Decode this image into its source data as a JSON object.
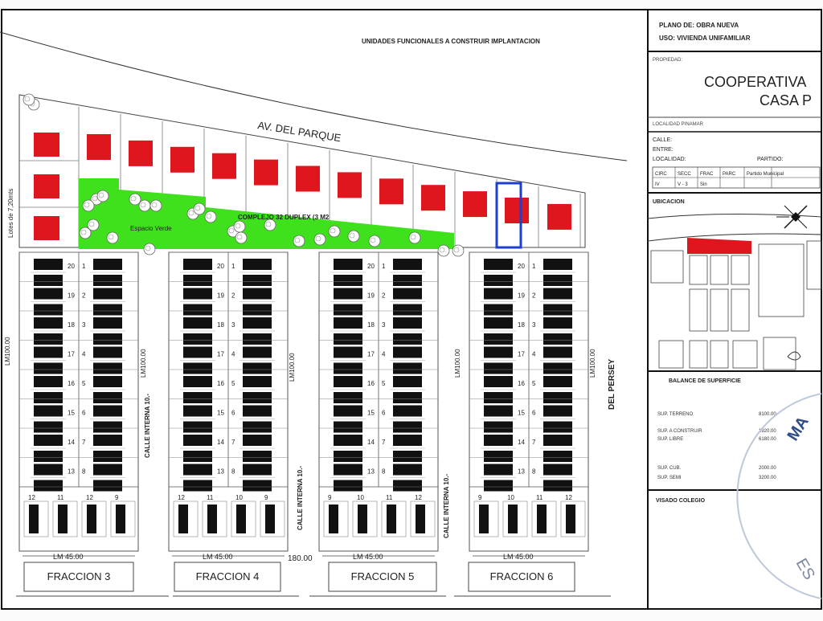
{
  "header": {
    "subtitle": "UNIDADES FUNCIONALES A CONSTRUIR IMPLANTACION",
    "avenue": "AV. DEL PARQUE",
    "green_space": "Espacio Verde",
    "complex": "COMPLEJO 32 DUPLEX (3 M2",
    "lot_note": "Lotes de 7,20mts"
  },
  "plan": {
    "street_left": "LM100.00",
    "street_inner": "CALLE INTERNA 10.-",
    "street_right": "DEL PERSEY",
    "bottom_measure": "LM 45.00",
    "total_measure": "180.00",
    "fractions": [
      "FRACCION 3",
      "FRACCION 4",
      "FRACCION 5",
      "FRACCION 6"
    ],
    "left_rows": [
      "20",
      "19",
      "18",
      "17",
      "16",
      "15",
      "14",
      "13"
    ],
    "right_rows": [
      "1",
      "2",
      "3",
      "4",
      "5",
      "6",
      "7",
      "8"
    ],
    "bottom_labels": [
      [
        "12",
        "11",
        "12",
        "9"
      ],
      [
        "12",
        "11",
        "10",
        "9"
      ],
      [
        "9",
        "10",
        "11",
        "12"
      ],
      [
        "9",
        "10",
        "11",
        "12"
      ]
    ]
  },
  "titleblock": {
    "line1": "PLANO DE: OBRA NUEVA",
    "line2": "USO:  VIVIENDA UNIFAMILIAR",
    "owner_label": "PROPIEDAD:",
    "owner_1": "COOPERATIVA",
    "owner_2": "CASA P",
    "location_label": "LOCALIDAD PINAMAR",
    "fields": [
      "CALLE:",
      "ENTRE:",
      "LOCALIDAD:"
    ],
    "partido_label": "PARTIDO:",
    "grid_headers": [
      "CIRC",
      "SECC",
      "FRAC",
      "PARC",
      "Partido Municipal"
    ],
    "grid_values": [
      "IV",
      "V - 3",
      "Sin",
      "",
      ""
    ],
    "ubicacion_label": "UBICACION",
    "balance_label": "BALANCE DE SUPERFICIE",
    "balance_rows": [
      {
        "label": "SUP. TERRENO",
        "value": "8100.00"
      },
      {
        "label": "SUP. A CONSTRUIR",
        "value": "1920.00"
      },
      {
        "label": "SUP. LIBRE",
        "value": "6180.00"
      },
      {
        "label": "SUP. CUB.",
        "value": "2000.00"
      },
      {
        "label": "SUP. SEMI",
        "value": "3200.00"
      }
    ],
    "visado_label": "VISADO COLEGIO",
    "stamp_1": "MA",
    "stamp_2": "ES"
  },
  "colors": {
    "lot_red": "#e0161f",
    "green": "#3fe01c",
    "highlight_blue": "#1b3fd1",
    "ink": "#222222"
  },
  "icons": [
    "tree-icon",
    "north-arrow-icon"
  ]
}
